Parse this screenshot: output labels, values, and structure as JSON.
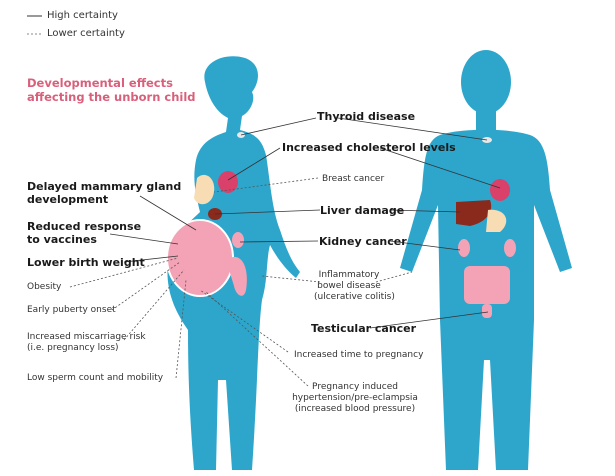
{
  "legend": {
    "high": "High certainty",
    "lower": "Lower certainty"
  },
  "heading": {
    "line1": "Developmental effects",
    "line2": "affecting the unborn child"
  },
  "labels": {
    "thyroid": "Thyroid disease",
    "cholesterol": "Increased cholesterol levels",
    "breast_cancer": "Breast cancer",
    "mammary1": "Delayed mammary gland",
    "mammary2": "development",
    "liver": "Liver damage",
    "vaccines1": "Reduced response",
    "vaccines2": "to vaccines",
    "kidney": "Kidney cancer",
    "birth_weight": "Lower birth weight",
    "ibd1": "Inflammatory",
    "ibd2": "bowel disease",
    "ibd3": "(ulcerative colitis)",
    "obesity": "Obesity",
    "puberty": "Early puberty onset",
    "testicular": "Testicular cancer",
    "miscarriage1": "Increased miscarriage risk",
    "miscarriage2": "(i.e. pregnancy loss)",
    "time_pregnancy": "Increased time to pregnancy",
    "sperm": "Low sperm count and mobility",
    "preeclampsia1": "Pregnancy induced",
    "preeclampsia2": "hypertension/pre-eclampsia",
    "preeclampsia3": "(increased blood pressure)"
  },
  "colors": {
    "body": "#2ea6cc",
    "heading": "#d9607a",
    "organ": "#f3a3b5",
    "liver": "#8a2a1c"
  }
}
